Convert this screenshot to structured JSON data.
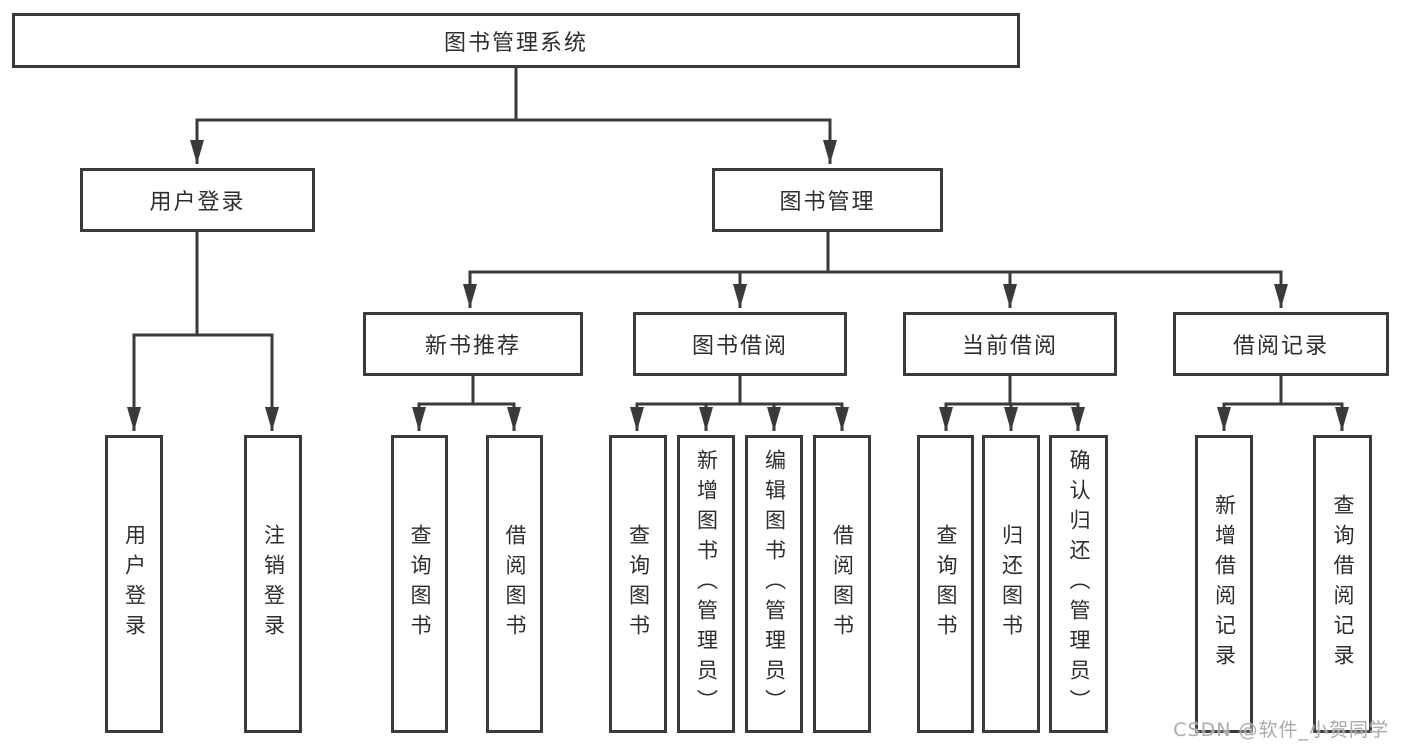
{
  "watermark": "CSDN @软件_小贺同学",
  "colors": {
    "line": "#3a3a3a",
    "text": "#2e2e2e",
    "watermark": "#a7abb0",
    "background": "#ffffff"
  },
  "diagram": {
    "root_label": "图书管理系统",
    "level2": [
      {
        "label": "用户登录",
        "leaves": [
          "用户登录",
          "注销登录"
        ]
      },
      {
        "label": "图书管理",
        "groups": [
          {
            "label": "新书推荐",
            "leaves": [
              "查询图书",
              "借阅图书"
            ]
          },
          {
            "label": "图书借阅",
            "leaves": [
              "查询图书",
              "新增图书（管理员）",
              "编辑图书（管理员）",
              "借阅图书"
            ]
          },
          {
            "label": "当前借阅",
            "leaves": [
              "查询图书",
              "归还图书",
              "确认归还（管理员）"
            ]
          },
          {
            "label": "借阅记录",
            "leaves": [
              "新增借阅记录",
              "查询借阅记录"
            ]
          }
        ]
      }
    ]
  }
}
